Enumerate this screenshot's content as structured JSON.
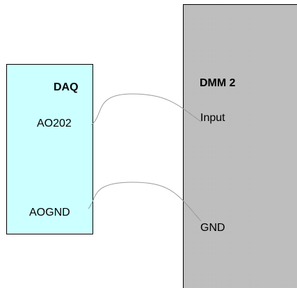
{
  "daq": {
    "title": "DAQ",
    "pin_output": "AO202",
    "pin_ground": "AOGND",
    "fill_color": "#ccffff"
  },
  "dmm": {
    "title": "DMM 2",
    "pin_input": "Input",
    "pin_ground": "GND",
    "fill_color": "#cfcfcf"
  },
  "connections": [
    {
      "from": "AO202",
      "to": "Input"
    },
    {
      "from": "AOGND",
      "to": "GND"
    }
  ]
}
